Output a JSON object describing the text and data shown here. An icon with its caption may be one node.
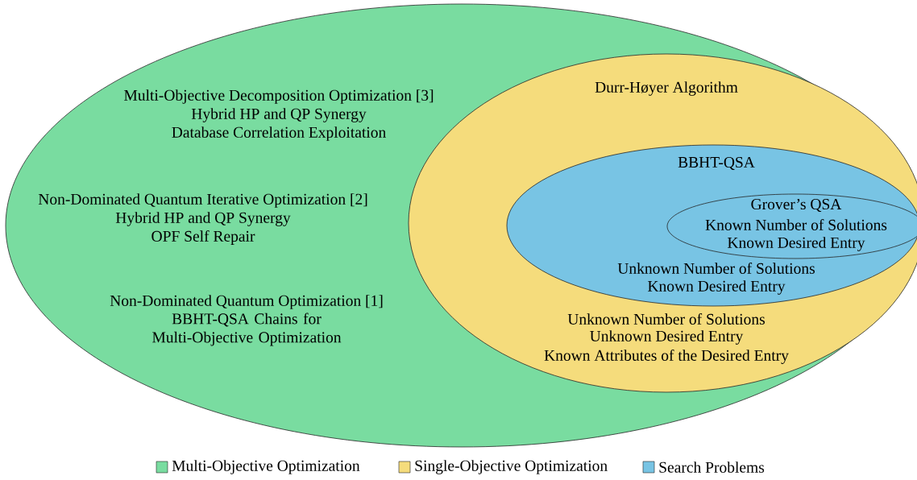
{
  "diagram": {
    "nodes": [
      {
        "text": [
          "Multi-Objective Decomposition Optimization [3]",
          "Hybrid HP and QP Synergy",
          "Database Correlation Exploitation",
          "Non-Dominated Quantum Iterative Optimization [2]",
          "Hybrid HP and QP Synergy",
          "OPF Self Repair",
          "Non-Dominated Quantum Optimization [1]",
          "BBHT-QSA Chains for Multi-Objective Optimization"
        ]
      },
      {
        "text": [
          "Durr-Høyer Algorithm",
          "Unknown Number of Solutions",
          "Unknown Desired Entry",
          "Known Attributes of the Desired Entry"
        ],
        "in": 0
      },
      {
        "text": [
          "BBHT-QSA",
          "Unknown Number of Solutions",
          "Known Desired Entry"
        ],
        "in": 1
      },
      {
        "text": [
          "Grover’s QSA",
          "Known Number of Solutions",
          "Known Desired Entry"
        ],
        "in": 2
      }
    ],
    "legend": [
      {
        "text": "Multi-Objective Optimization",
        "color": "#79dca0"
      },
      {
        "text": "Single-Objective Optimization",
        "color": "#f5dc7c"
      },
      {
        "text": "Search Problems",
        "color": "#78c4e4"
      }
    ]
  }
}
